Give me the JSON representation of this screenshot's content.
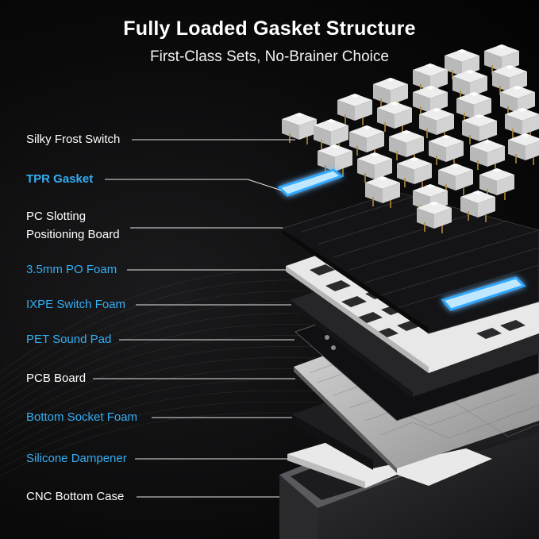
{
  "header": {
    "title": "Fully Loaded Gasket Structure",
    "subtitle": "First-Class Sets, No-Brainer Choice"
  },
  "colors": {
    "background": "#0b0b0c",
    "label_white": "#ffffff",
    "label_blue": "#34aef2",
    "gasket_glow": "#2ea8ff"
  },
  "layers": [
    {
      "label": "Silky Frost Switch",
      "color": "white"
    },
    {
      "label": "TPR Gasket",
      "color": "blue"
    },
    {
      "label_line1": "PC Slotting",
      "label_line2": "Positioning Board",
      "color": "white"
    },
    {
      "label": "3.5mm PO Foam",
      "color": "blue"
    },
    {
      "label": "IXPE Switch Foam",
      "color": "blue"
    },
    {
      "label": "PET Sound Pad",
      "color": "blue"
    },
    {
      "label": "PCB Board",
      "color": "white"
    },
    {
      "label": "Bottom Socket Foam",
      "color": "blue"
    },
    {
      "label": "Silicone Dampener",
      "color": "blue"
    },
    {
      "label": "CNC Bottom Case",
      "color": "white"
    }
  ]
}
